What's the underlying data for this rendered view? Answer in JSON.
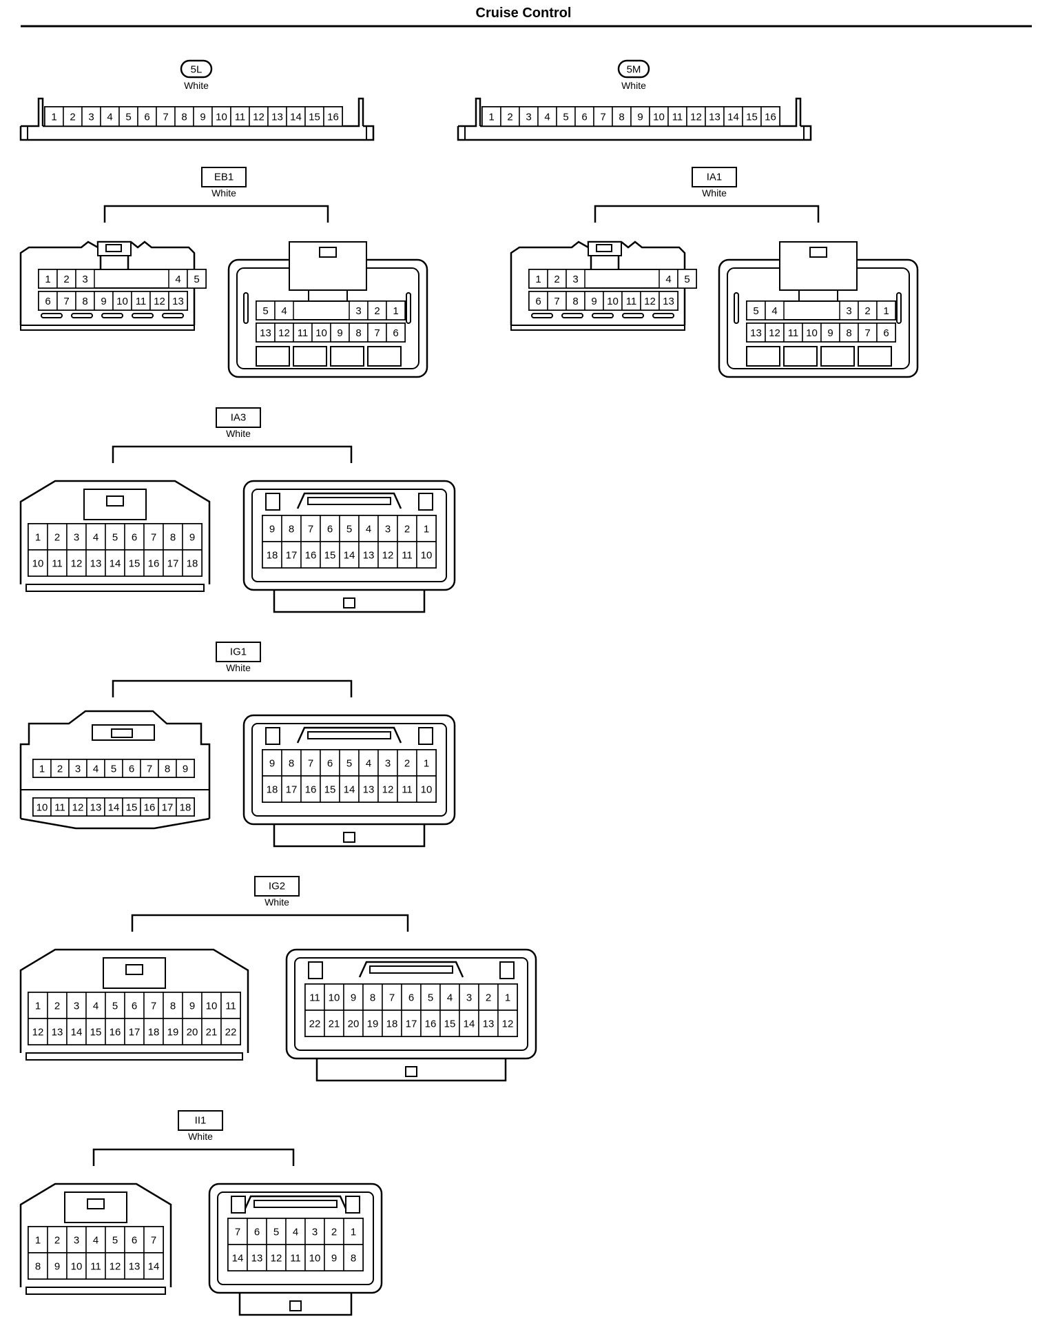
{
  "title": "Cruise Control",
  "connectors": [
    {
      "id": "5L",
      "color": "White",
      "label_shape": "pill",
      "kind": "strip",
      "views": [
        {
          "rows": [
            [
              "1",
              "2",
              "3",
              "4",
              "5",
              "6",
              "7",
              "8",
              "9",
              "10",
              "11",
              "12",
              "13",
              "14",
              "15",
              "16"
            ]
          ]
        }
      ]
    },
    {
      "id": "5M",
      "color": "White",
      "label_shape": "pill",
      "kind": "strip",
      "views": [
        {
          "rows": [
            [
              "1",
              "2",
              "3",
              "4",
              "5",
              "6",
              "7",
              "8",
              "9",
              "10",
              "11",
              "12",
              "13",
              "14",
              "15",
              "16"
            ]
          ]
        }
      ]
    },
    {
      "id": "EB1",
      "color": "White",
      "label_shape": "box",
      "kind": "latch13",
      "views": [
        {
          "style": "plug",
          "rows": [
            [
              "1",
              "2",
              "3",
              "",
              "",
              "",
              "",
              "4",
              "5"
            ],
            [
              "6",
              "7",
              "8",
              "9",
              "10",
              "11",
              "12",
              "13"
            ]
          ]
        },
        {
          "style": "socket",
          "rows": [
            [
              "5",
              "4",
              "",
              "",
              "",
              "3",
              "2",
              "1"
            ],
            [
              "13",
              "12",
              "11",
              "10",
              "9",
              "8",
              "7",
              "6"
            ]
          ]
        }
      ]
    },
    {
      "id": "IA1",
      "color": "White",
      "label_shape": "box",
      "kind": "latch13",
      "views": [
        {
          "style": "plug",
          "rows": [
            [
              "1",
              "2",
              "3",
              "",
              "",
              "",
              "",
              "4",
              "5"
            ],
            [
              "6",
              "7",
              "8",
              "9",
              "10",
              "11",
              "12",
              "13"
            ]
          ]
        },
        {
          "style": "socket",
          "rows": [
            [
              "5",
              "4",
              "",
              "",
              "",
              "3",
              "2",
              "1"
            ],
            [
              "13",
              "12",
              "11",
              "10",
              "9",
              "8",
              "7",
              "6"
            ]
          ]
        }
      ]
    },
    {
      "id": "IA3",
      "color": "White",
      "label_shape": "box",
      "kind": "grid",
      "views": [
        {
          "style": "plug",
          "rows": [
            [
              "1",
              "2",
              "3",
              "4",
              "5",
              "6",
              "7",
              "8",
              "9"
            ],
            [
              "10",
              "11",
              "12",
              "13",
              "14",
              "15",
              "16",
              "17",
              "18"
            ]
          ]
        },
        {
          "style": "socket",
          "rows": [
            [
              "9",
              "8",
              "7",
              "6",
              "5",
              "4",
              "3",
              "2",
              "1"
            ],
            [
              "18",
              "17",
              "16",
              "15",
              "14",
              "13",
              "12",
              "11",
              "10"
            ]
          ]
        }
      ]
    },
    {
      "id": "IG1",
      "color": "White",
      "label_shape": "box",
      "kind": "grid",
      "views": [
        {
          "style": "plug-split",
          "rows": [
            [
              "1",
              "2",
              "3",
              "4",
              "5",
              "6",
              "7",
              "8",
              "9"
            ],
            [
              "10",
              "11",
              "12",
              "13",
              "14",
              "15",
              "16",
              "17",
              "18"
            ]
          ]
        },
        {
          "style": "socket",
          "rows": [
            [
              "9",
              "8",
              "7",
              "6",
              "5",
              "4",
              "3",
              "2",
              "1"
            ],
            [
              "18",
              "17",
              "16",
              "15",
              "14",
              "13",
              "12",
              "11",
              "10"
            ]
          ]
        }
      ]
    },
    {
      "id": "IG2",
      "color": "White",
      "label_shape": "box",
      "kind": "grid",
      "views": [
        {
          "style": "plug",
          "rows": [
            [
              "1",
              "2",
              "3",
              "4",
              "5",
              "6",
              "7",
              "8",
              "9",
              "10",
              "11"
            ],
            [
              "12",
              "13",
              "14",
              "15",
              "16",
              "17",
              "18",
              "19",
              "20",
              "21",
              "22"
            ]
          ]
        },
        {
          "style": "socket",
          "rows": [
            [
              "11",
              "10",
              "9",
              "8",
              "7",
              "6",
              "5",
              "4",
              "3",
              "2",
              "1"
            ],
            [
              "22",
              "21",
              "20",
              "19",
              "18",
              "17",
              "16",
              "15",
              "14",
              "13",
              "12"
            ]
          ]
        }
      ]
    },
    {
      "id": "II1",
      "color": "White",
      "label_shape": "box",
      "kind": "grid",
      "views": [
        {
          "style": "plug",
          "rows": [
            [
              "1",
              "2",
              "3",
              "4",
              "5",
              "6",
              "7"
            ],
            [
              "8",
              "9",
              "10",
              "11",
              "12",
              "13",
              "14"
            ]
          ]
        },
        {
          "style": "socket",
          "rows": [
            [
              "7",
              "6",
              "5",
              "4",
              "3",
              "2",
              "1"
            ],
            [
              "14",
              "13",
              "12",
              "11",
              "10",
              "9",
              "8"
            ]
          ]
        }
      ]
    }
  ]
}
